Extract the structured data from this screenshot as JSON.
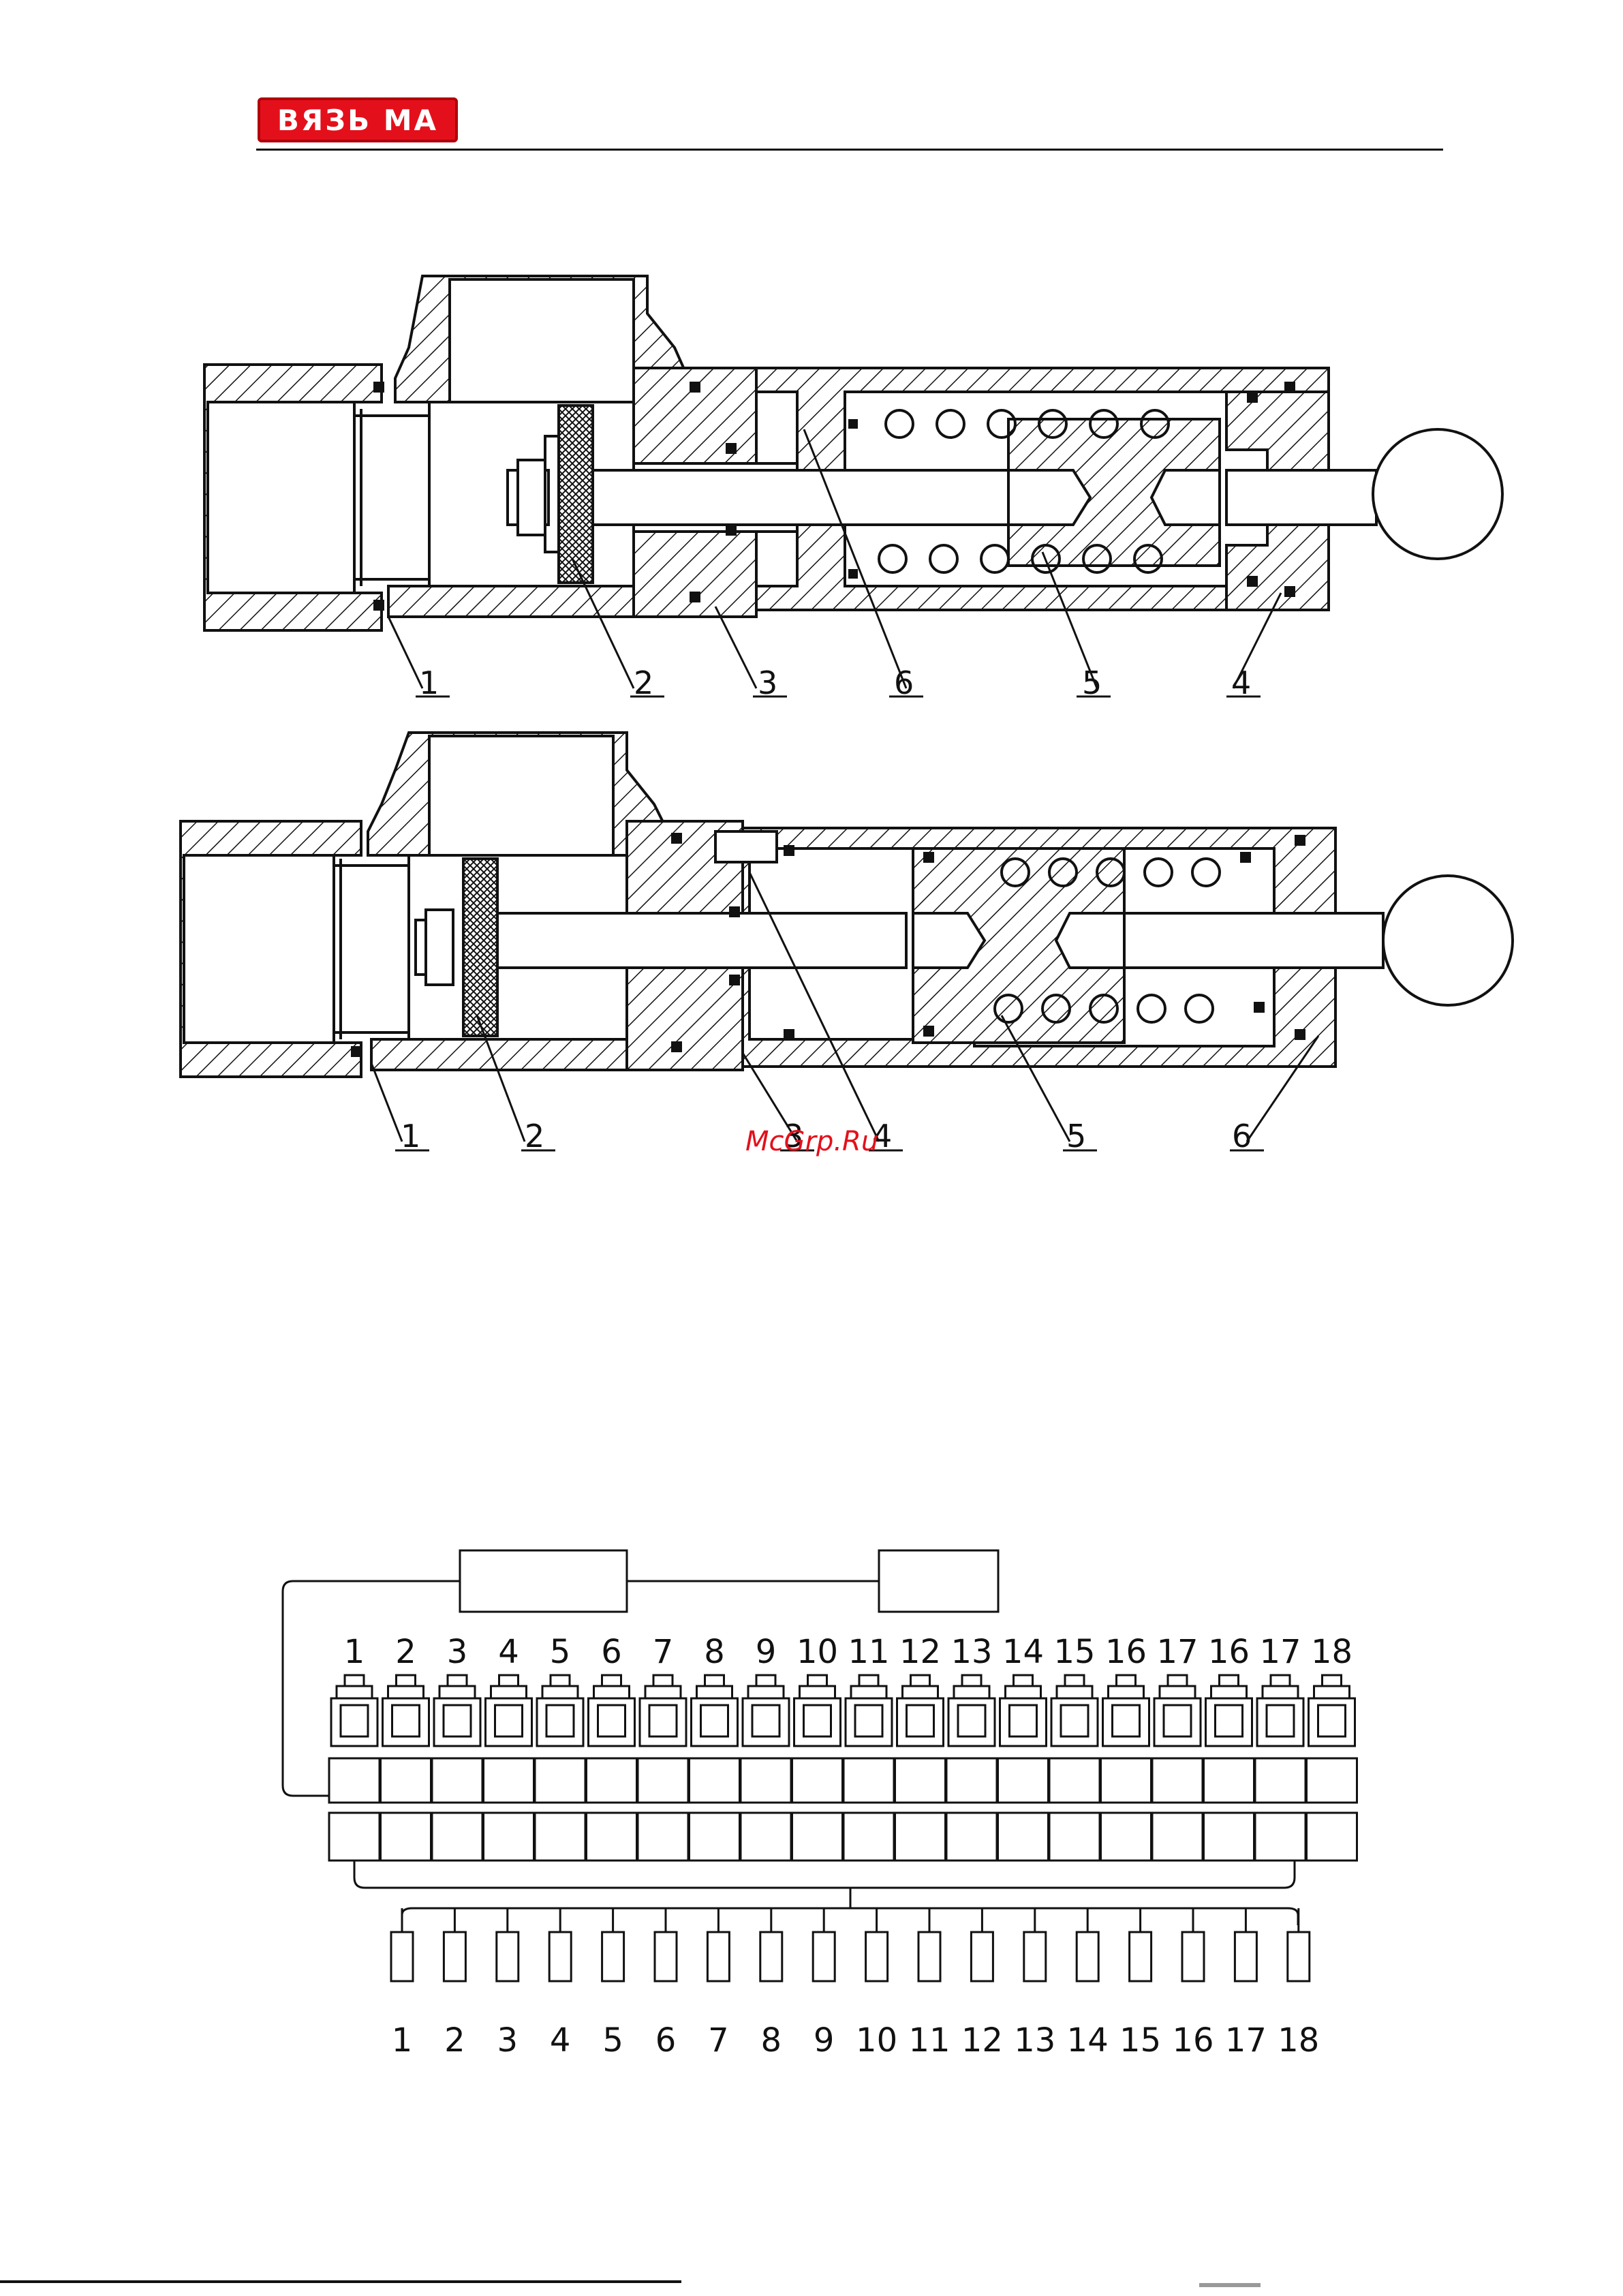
{
  "logo": {
    "text": "ВЯЗЬ МА",
    "color": "#e3101b"
  },
  "watermark": "McGrp.Ru",
  "figure_top": {
    "callouts": [
      "1",
      "2",
      "3",
      "6",
      "5",
      "4"
    ]
  },
  "figure_middle": {
    "callouts": [
      "1",
      "2",
      "3",
      "4",
      "5",
      "6"
    ]
  },
  "figure_bottom": {
    "top_numbers": [
      "1",
      "2",
      "3",
      "4",
      "5",
      "6",
      "7",
      "8",
      "9",
      "10",
      "11",
      "12",
      "13",
      "14",
      "15",
      "16",
      "17",
      "16",
      "17",
      "18"
    ],
    "bottom_numbers": [
      "1",
      "2",
      "3",
      "4",
      "5",
      "6",
      "7",
      "8",
      "9",
      "10",
      "11",
      "12",
      "13",
      "14",
      "15",
      "16",
      "17",
      "18"
    ]
  }
}
